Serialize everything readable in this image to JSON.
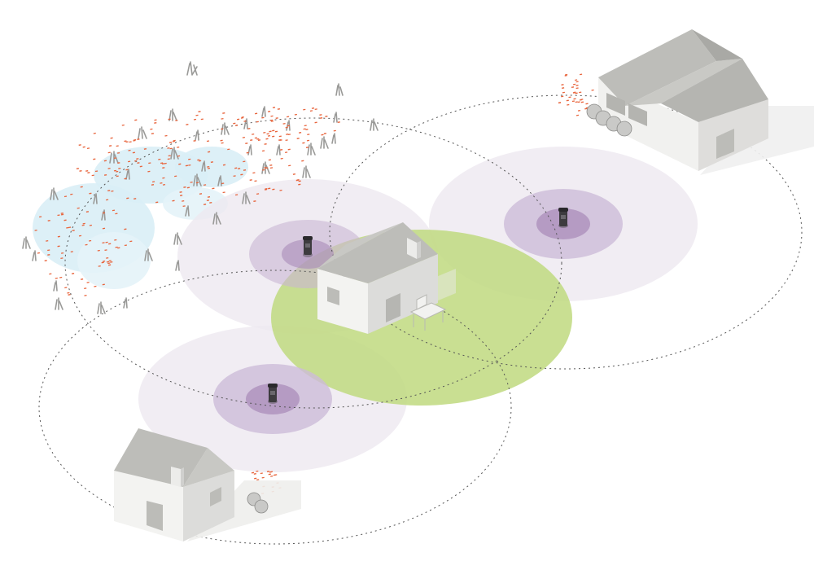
{
  "diagram": {
    "colors": {
      "background": "#ffffff",
      "coverage_outer": "#e8e3ec",
      "coverage_mid": "#c9b6d3",
      "coverage_inner": "#a98bb8",
      "protected_zone": "#b8d67a",
      "pond": "#d6edf6",
      "house_roof": "#b9b9b5",
      "house_wall_light": "#f1f1ef",
      "house_wall_shade": "#dcdcda",
      "mosquito": "#e8643c",
      "grass": "#9a9a98",
      "device": "#3d3b3f",
      "range_line": "#555555"
    },
    "devices": [
      {
        "name": "trap-device-north",
        "icon": "mosquito-trap-icon"
      },
      {
        "name": "trap-device-east",
        "icon": "mosquito-trap-icon"
      },
      {
        "name": "trap-device-south",
        "icon": "mosquito-trap-icon"
      }
    ],
    "houses": [
      {
        "name": "central-house",
        "icon": "house-icon"
      },
      {
        "name": "farm-barn",
        "icon": "barn-icon"
      },
      {
        "name": "neighbor-house",
        "icon": "house-icon"
      }
    ],
    "features": {
      "protected_area": "green-protected-zone",
      "water": "pond-area",
      "patio": "garden-table-icon",
      "bushes": "shrub-icon"
    }
  }
}
